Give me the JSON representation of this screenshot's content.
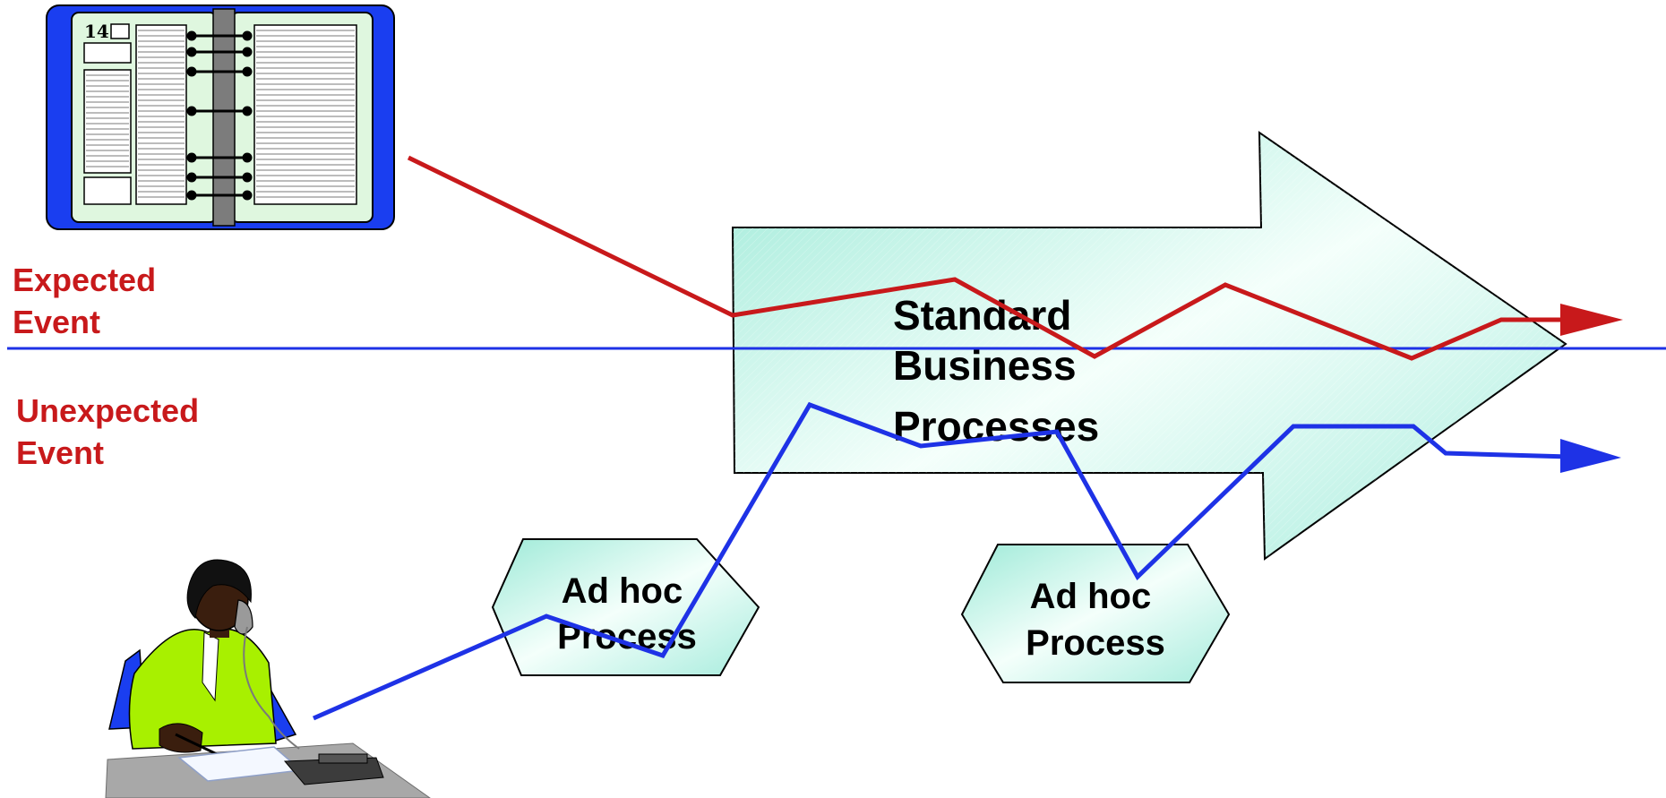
{
  "labels": {
    "expected": [
      "Expected",
      "Event"
    ],
    "unexpected": [
      "Unexpected",
      "Event"
    ],
    "standard": [
      "Standard",
      "Business",
      "Processes"
    ],
    "adhoc_left": [
      "Ad hoc",
      "Process"
    ],
    "adhoc_right": [
      "Ad hoc",
      "Process"
    ]
  },
  "planner": {
    "day": "14"
  },
  "colors": {
    "expected_line": "#c8191b",
    "unexpected_line": "#1e32e6",
    "divider": "#1e32e6",
    "event_text": "#c8191b",
    "shape_fill": "#b8f2e6",
    "planner_cover": "#1a3ef0",
    "planner_page": "#dff7df",
    "person_jacket": "#a8f000",
    "desk": "#a8a8a8"
  },
  "icons": [
    "planner-icon",
    "woman-on-phone-icon"
  ]
}
